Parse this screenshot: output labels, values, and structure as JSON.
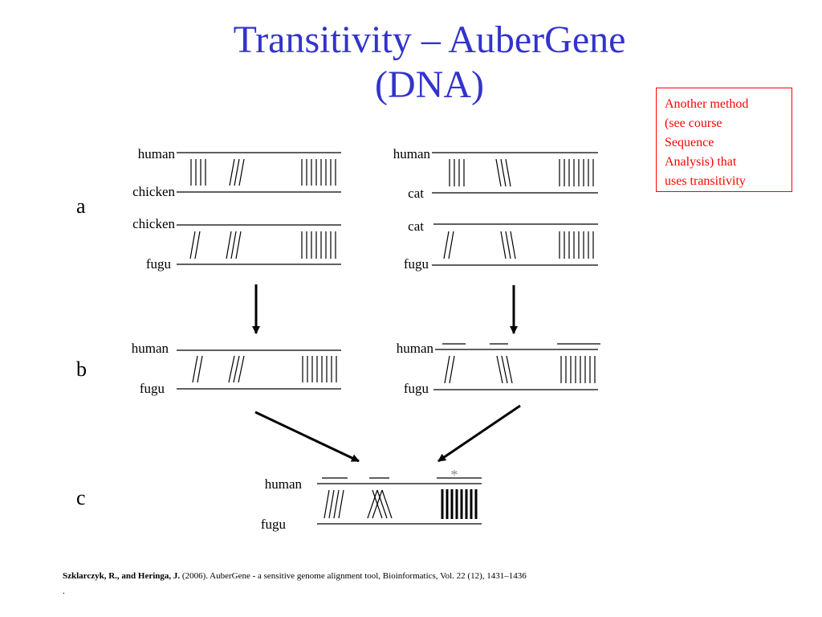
{
  "slide": {
    "title_line1": "Transitivity – AuberGene",
    "title_line2": "(DNA)",
    "note": "Another method\n(see course\nSequence\nAnalysis)  that\nuses transitivity",
    "citation_authors": "Szklarczyk, R., and Heringa, J.",
    "citation_rest": " (2006). AuberGene - a sensitive genome alignment tool, Bioinformatics, Vol. 22 (12), 1431–1436",
    "citation_tail": "."
  },
  "diagram": {
    "panel_letters": {
      "a": "a",
      "b": "b",
      "c": "c"
    },
    "labels": {
      "a_left_top": "human",
      "a_left_mid1": "chicken",
      "a_left_mid2": "chicken",
      "a_left_bottom": "fugu",
      "a_right_top": "human",
      "a_right_mid1": "cat",
      "a_right_mid2": "cat",
      "a_right_bottom": "fugu",
      "b_left_top": "human",
      "b_left_bottom": "fugu",
      "b_right_top": "human",
      "b_right_bottom": "fugu",
      "c_top": "human",
      "c_bottom": "fugu"
    },
    "asterisk": "*"
  }
}
